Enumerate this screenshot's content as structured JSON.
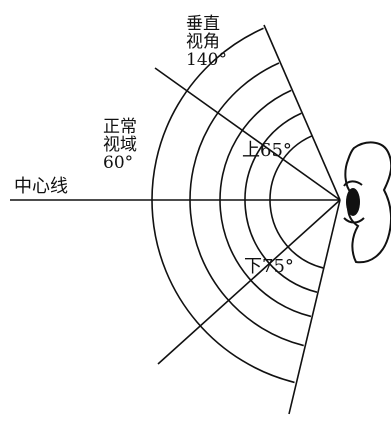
{
  "labels": {
    "vertical_view": [
      "垂直",
      "视角",
      "140°"
    ],
    "normal_view": [
      "正常",
      "视域",
      "60°"
    ],
    "centerline": "中心线",
    "upper_angle": "上65°",
    "lower_angle": "下75°"
  },
  "colors": {
    "stroke": "#111111",
    "pupil": "#111111",
    "background": "#ffffff"
  }
}
